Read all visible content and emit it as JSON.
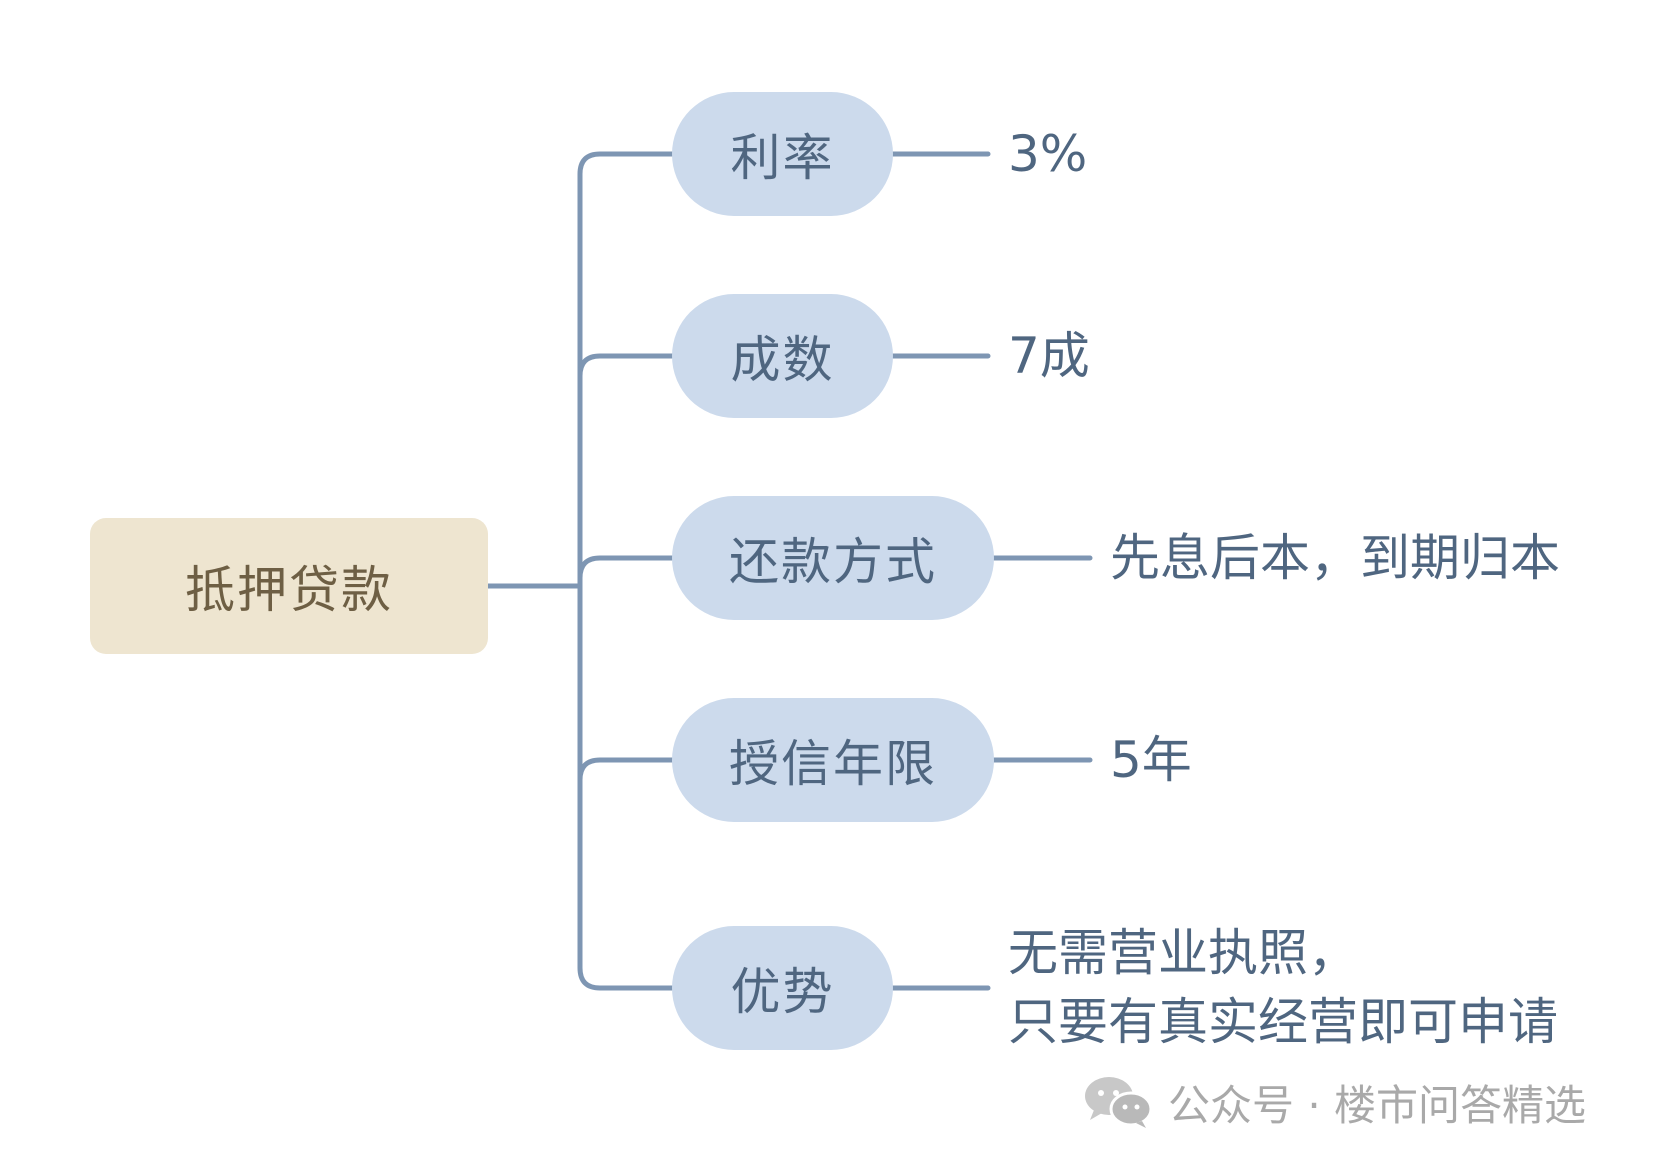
{
  "root": {
    "label": "抵押贷款"
  },
  "branches": [
    {
      "label": "利率",
      "value": "3%"
    },
    {
      "label": "成数",
      "value": "7成"
    },
    {
      "label": "还款方式",
      "value": "先息后本，到期归本"
    },
    {
      "label": "授信年限",
      "value": "5年"
    },
    {
      "label": "优势",
      "value_line1": "无需营业执照，",
      "value_line2": "只要有真实经营即可申请"
    }
  ],
  "watermark": {
    "icon": "wechat-icon",
    "text": "公众号 · 楼市问答精选"
  },
  "colors": {
    "root_fill": "#EEE5D0",
    "root_text": "#6E5F44",
    "branch_fill": "#CCDAEC",
    "connector": "#7E96B3",
    "text": "#4F6680",
    "watermark": "#A9A9A9"
  }
}
